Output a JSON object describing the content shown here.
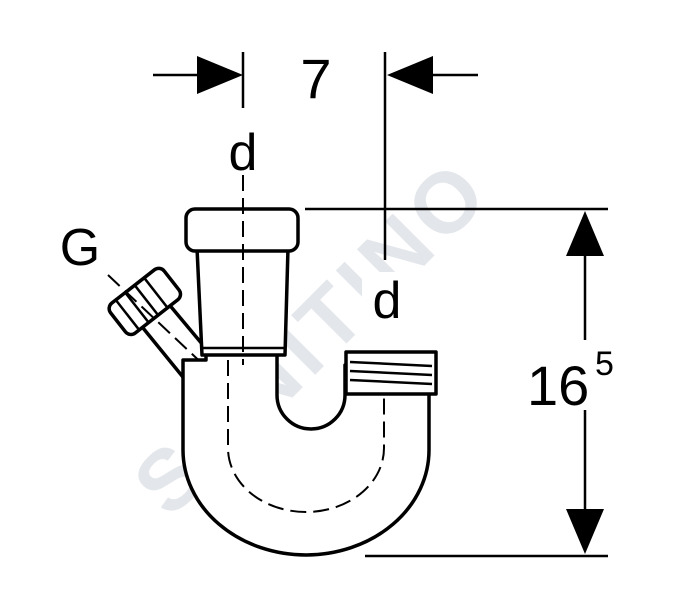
{
  "drawing": {
    "watermark": "SANITINO",
    "width_value": "7",
    "socket_top_label": "d",
    "socket_outlet_label": "d",
    "side_connection_label": "G",
    "height_value": "16",
    "height_superscript": "5"
  }
}
